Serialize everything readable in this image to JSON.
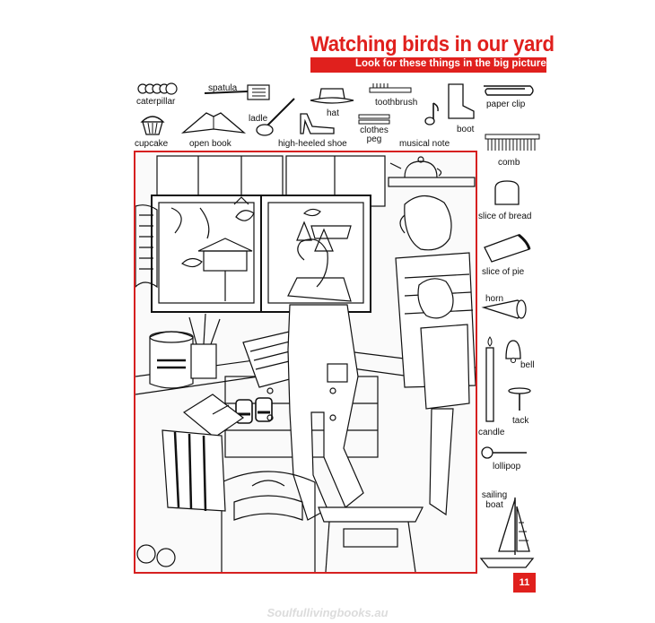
{
  "header": {
    "title": "Watching birds in our yard",
    "subtitle": "Look for these things in the big picture."
  },
  "hidden_objects": {
    "caterpillar": "caterpillar",
    "spatula": "spatula",
    "hat": "hat",
    "toothbrush": "toothbrush",
    "paper_clip": "paper clip",
    "ladle": "ladle",
    "cupcake": "cupcake",
    "open_book": "open book",
    "high_heeled_shoe": "high-heeled shoe",
    "clothes_peg": "clothes peg",
    "musical_note": "musical note",
    "boot": "boot",
    "comb": "comb",
    "slice_of_bread": "slice of bread",
    "slice_of_pie": "slice of pie",
    "horn": "horn",
    "bell": "bell",
    "tack": "tack",
    "candle": "candle",
    "lollipop": "lollipop",
    "sailing_boat": "sailing boat"
  },
  "page_number": "11",
  "watermark": "Soulfullivingbooks.au"
}
